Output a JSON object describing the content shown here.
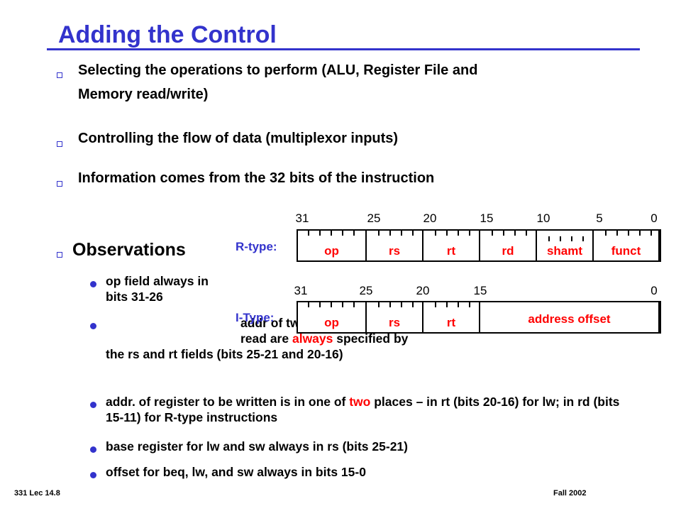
{
  "slide": {
    "title": "Adding the Control",
    "bullets": [
      {
        "line1": "Selecting the operations to perform (ALU, Register File and",
        "line2": "Memory read/write)"
      },
      {
        "line1": "Controlling the flow of data (multiplexor inputs)"
      },
      {
        "line1": "Information comes from the 32 bits of the instruction"
      }
    ],
    "observations": {
      "heading": "Observations",
      "items": [
        {
          "text": "op field always in bits 31-26"
        },
        {
          "pre": "addr of two registers to be read are ",
          "highlight": "always",
          "post": " specified by the rs and rt fields (bits 25-21 and 20-16)"
        },
        {
          "pre": "addr. of register to be written is in one of ",
          "highlight": "two",
          "post": " places – in rt (bits 20-16) for lw; in rd (bits 15-11) for R-type instructions"
        },
        {
          "text": "base register for lw and sw always in rs (bits 25-21)"
        },
        {
          "text": "offset for beq, lw, and sw always in bits 15-0"
        }
      ]
    },
    "formats": {
      "r_type": {
        "label": "R-type:",
        "bit_numbers": [
          "31",
          "25",
          "20",
          "15",
          "10",
          "5",
          "0"
        ],
        "fields": [
          "op",
          "rs",
          "rt",
          "rd",
          "shamt",
          "funct"
        ]
      },
      "i_type": {
        "label": "I-Type:",
        "bit_numbers": [
          "31",
          "25",
          "20",
          "15",
          "0"
        ],
        "fields": [
          "op",
          "rs",
          "rt",
          "address offset"
        ]
      }
    },
    "footer": {
      "left": "331  Lec 14.8",
      "right": "Fall 2002"
    },
    "colors": {
      "accent": "#3333cc",
      "highlight": "#ff0000"
    }
  }
}
